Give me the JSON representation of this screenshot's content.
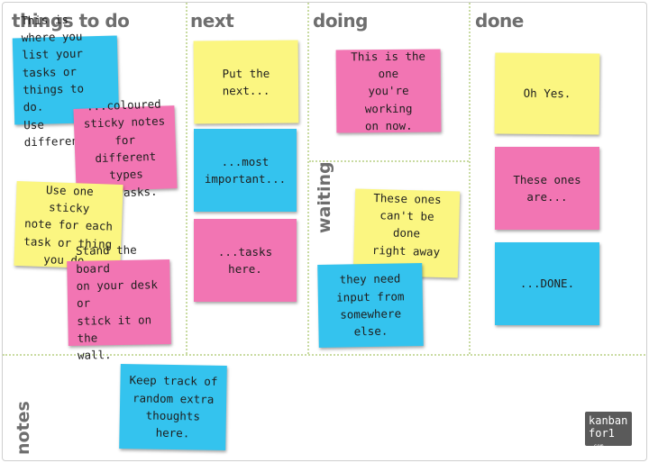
{
  "columns": {
    "things_to_do": "things to do",
    "next": "next",
    "doing": "doing",
    "done": "done",
    "waiting": "waiting",
    "notes": "notes"
  },
  "stickies": {
    "todo_1": "This is where you\nlist your tasks or\nthings to do.\nUse different...",
    "todo_2": "...coloured\nsticky notes for\ndifferent types\nof tasks.",
    "todo_3": "Use one sticky\nnote for each\ntask or thing\nyou do.",
    "todo_4": "Stand the board\non your desk or\nstick it on the\nwall.",
    "next_1": "Put the next...",
    "next_2": "...most\nimportant...",
    "next_3": "...tasks here.",
    "doing_1": "This is the one\nyou're working\non now.",
    "waiting_1": "These ones\ncan't be done\nright away or",
    "waiting_2": "they need\ninput from\nsomewhere\nelse.",
    "done_1": "Oh Yes.",
    "done_2": "These ones are...",
    "done_3": "...DONE.",
    "notes_1": "Keep track of\nrandom extra\nthoughts here."
  },
  "logo": {
    "line1": "kanban",
    "line2": "for1",
    "line3": ".com"
  },
  "colors": {
    "blue": "#34c3ee",
    "pink": "#f275b3",
    "yellow": "#fbf681",
    "divider": "#c9dba2",
    "title": "#6e6e6e"
  }
}
